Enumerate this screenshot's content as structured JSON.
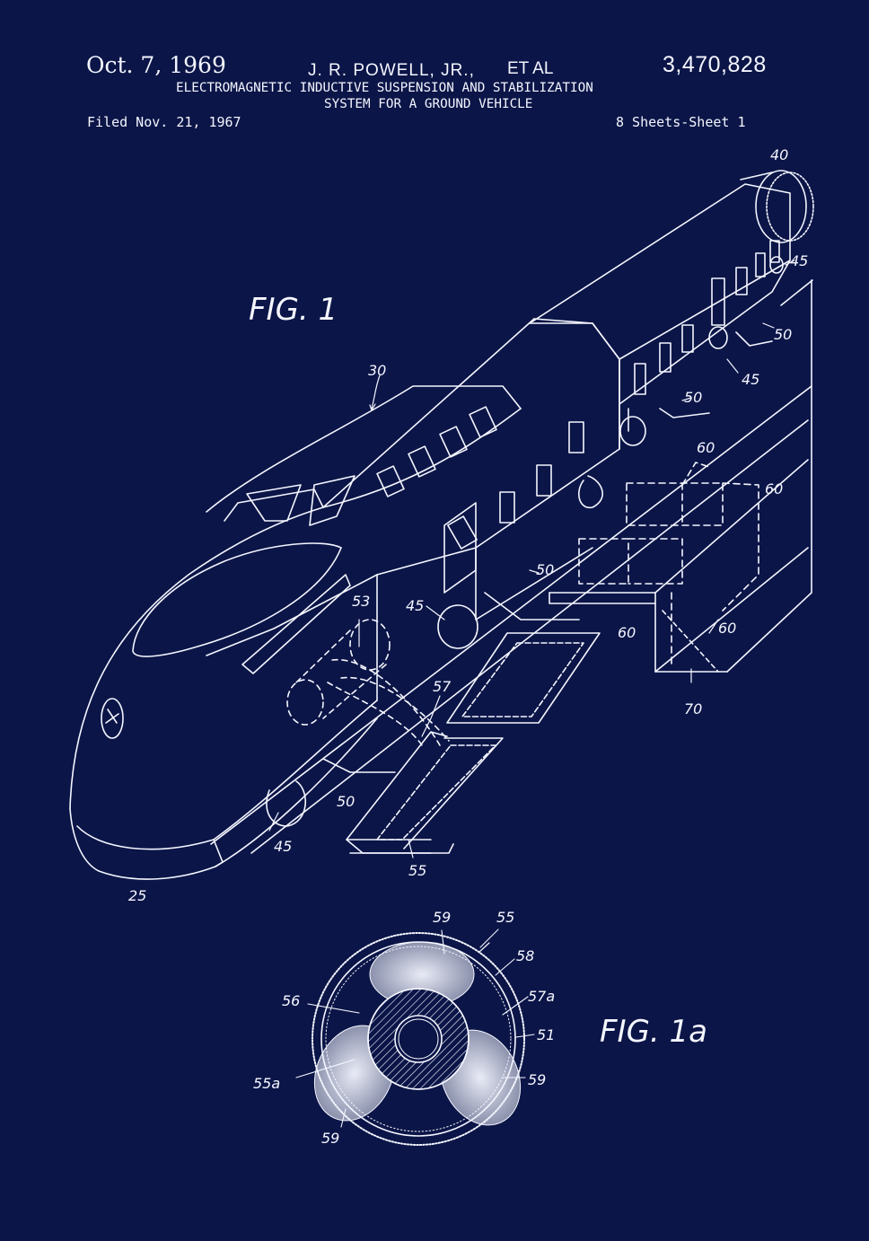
{
  "header": {
    "date": "Oct. 7, 1969",
    "inventor": "J. R. POWELL, JR.,",
    "et_al": "ET AL",
    "patent_number": "3,470,828",
    "title_line1": "ELECTROMAGNETIC INDUCTIVE SUSPENSION AND STABILIZATION",
    "title_line2": "SYSTEM FOR A GROUND VEHICLE",
    "filed": "Filed Nov. 21, 1967",
    "sheets": "8 Sheets-Sheet 1"
  },
  "figures": {
    "fig1_label": "FIG. 1",
    "fig1a_label": "FIG. 1a"
  },
  "reference_numerals": {
    "r40": "40",
    "r45_top": "45",
    "r50_top": "50",
    "r45_mid": "45",
    "r30": "30",
    "r50_mid": "50",
    "r60_a": "60",
    "r60_b": "60",
    "r50_center": "50",
    "r53": "53",
    "r45_left": "45",
    "r60_c": "60",
    "r60_d": "60",
    "r57": "57",
    "r70": "70",
    "r50_low": "50",
    "r45_low": "45",
    "r55_low": "55",
    "r25": "25",
    "r59_top": "59",
    "r55_top": "55",
    "r58": "58",
    "r56": "56",
    "r57a": "57a",
    "r51": "51",
    "r55a": "55a",
    "r59_right": "59",
    "r59_bottom": "59"
  },
  "colors": {
    "background": "#0b1547",
    "line": "#f4f6ff"
  }
}
